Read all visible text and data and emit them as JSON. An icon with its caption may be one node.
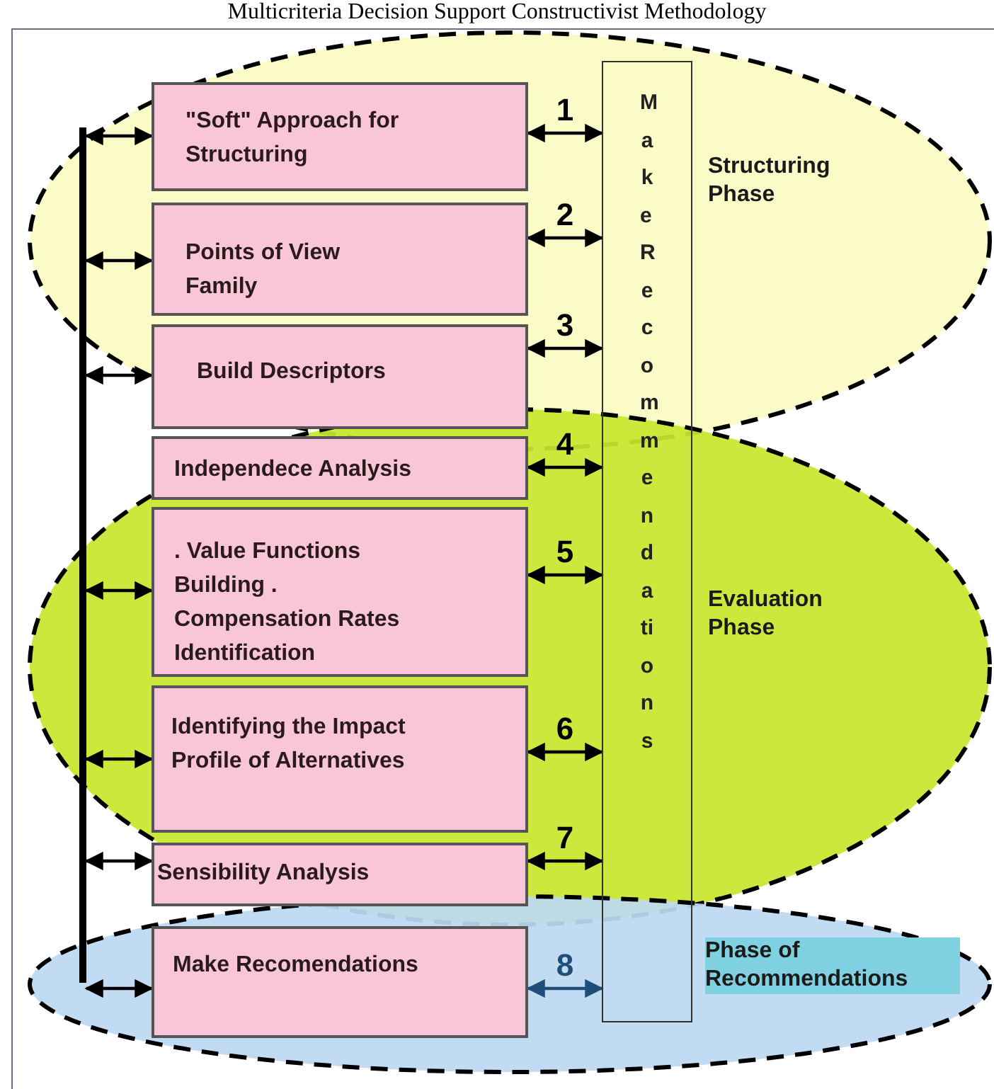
{
  "diagram": {
    "title": "Multicriteria Decision Support Constructivist Methodology",
    "nodes": [
      {
        "text": [
          "Structuring Phase"
        ]
      },
      {
        "text": [
          "Evaluation Phase"
        ]
      },
      {
        "text": [
          "Phase of Recommendations"
        ]
      },
      {
        "text": [
          "\"Soft\" Approach for Structuring"
        ],
        "in": 0
      },
      {
        "text": [
          "Points of View Family"
        ],
        "in": 0
      },
      {
        "text": [
          "Build Descriptors"
        ],
        "in": 0
      },
      {
        "text": [
          "Independece Analysis"
        ],
        "in": 1
      },
      {
        "text": [
          ". Value Functions Building . Compensation Rates Identification"
        ],
        "in": 1
      },
      {
        "text": [
          "Identifying the Impact Profile of Alternatives"
        ],
        "in": 1
      },
      {
        "text": [
          "Sensibility Analysis"
        ],
        "in": 1
      },
      {
        "text": [
          "Make Recomendations"
        ],
        "in": 2
      },
      {
        "text": [
          "Make Recommendations"
        ]
      },
      {
        "text": [],
        "shape": "bar"
      }
    ],
    "edges": [
      {
        "from": 12,
        "to": 3,
        "arrow": "both"
      },
      {
        "from": 12,
        "to": 4,
        "arrow": "both"
      },
      {
        "from": 12,
        "to": 5,
        "arrow": "both"
      },
      {
        "from": 12,
        "to": 7,
        "arrow": "both"
      },
      {
        "from": 12,
        "to": 8,
        "arrow": "both"
      },
      {
        "from": 12,
        "to": 9,
        "arrow": "both"
      },
      {
        "from": 12,
        "to": 10,
        "arrow": "both"
      },
      {
        "from": 3,
        "to": 11,
        "arrow": "both",
        "label": "1"
      },
      {
        "from": 4,
        "to": 11,
        "arrow": "both",
        "label": "2"
      },
      {
        "from": 5,
        "to": 11,
        "arrow": "both",
        "label": "3"
      },
      {
        "from": 6,
        "to": 11,
        "arrow": "both",
        "label": "4"
      },
      {
        "from": 7,
        "to": 11,
        "arrow": "both",
        "label": "5"
      },
      {
        "from": 8,
        "to": 11,
        "arrow": "both",
        "label": "6"
      },
      {
        "from": 9,
        "to": 11,
        "arrow": "both",
        "label": "7"
      },
      {
        "from": 10,
        "to": 11,
        "arrow": "both",
        "label": "8",
        "color": "#1f4e79"
      }
    ]
  }
}
